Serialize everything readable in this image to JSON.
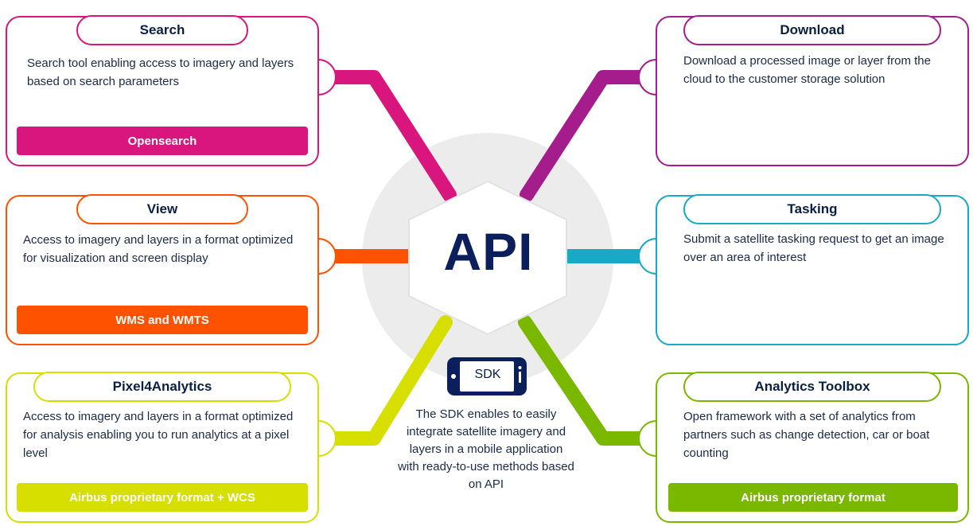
{
  "center": {
    "label": "API"
  },
  "sdk": {
    "label": "SDK",
    "description": "The SDK enables to easily integrate satellite imagery and layers in a mobile application with ready-to-use methods based on API"
  },
  "colors": {
    "search": "#d9167d",
    "view": "#ff5200",
    "pixel": "#d7df01",
    "download": "#a51c8c",
    "tasking": "#18a9c4",
    "analytics": "#7ab800",
    "navy": "#0a1f5c"
  },
  "cards": {
    "search": {
      "title": "Search",
      "description": "Search tool enabling access to imagery and layers based on search parameters",
      "pill": "Opensearch"
    },
    "view": {
      "title": "View",
      "description": "Access to imagery and layers in a format optimized for visualization and screen display",
      "pill": "WMS and WMTS"
    },
    "pixel": {
      "title": "Pixel4Analytics",
      "description": "Access to imagery and layers in a format optimized for analysis enabling you to run analytics at a pixel level",
      "pill": "Airbus proprietary format + WCS"
    },
    "download": {
      "title": "Download",
      "description": "Download a processed image or layer from the cloud to the customer storage solution"
    },
    "tasking": {
      "title": "Tasking",
      "description": "Submit a satellite tasking request to get an image over an area of interest"
    },
    "analytics": {
      "title": "Analytics Toolbox",
      "description": "Open framework with a set of analytics from partners such as change detection, car or boat counting",
      "pill": "Airbus proprietary format"
    }
  }
}
